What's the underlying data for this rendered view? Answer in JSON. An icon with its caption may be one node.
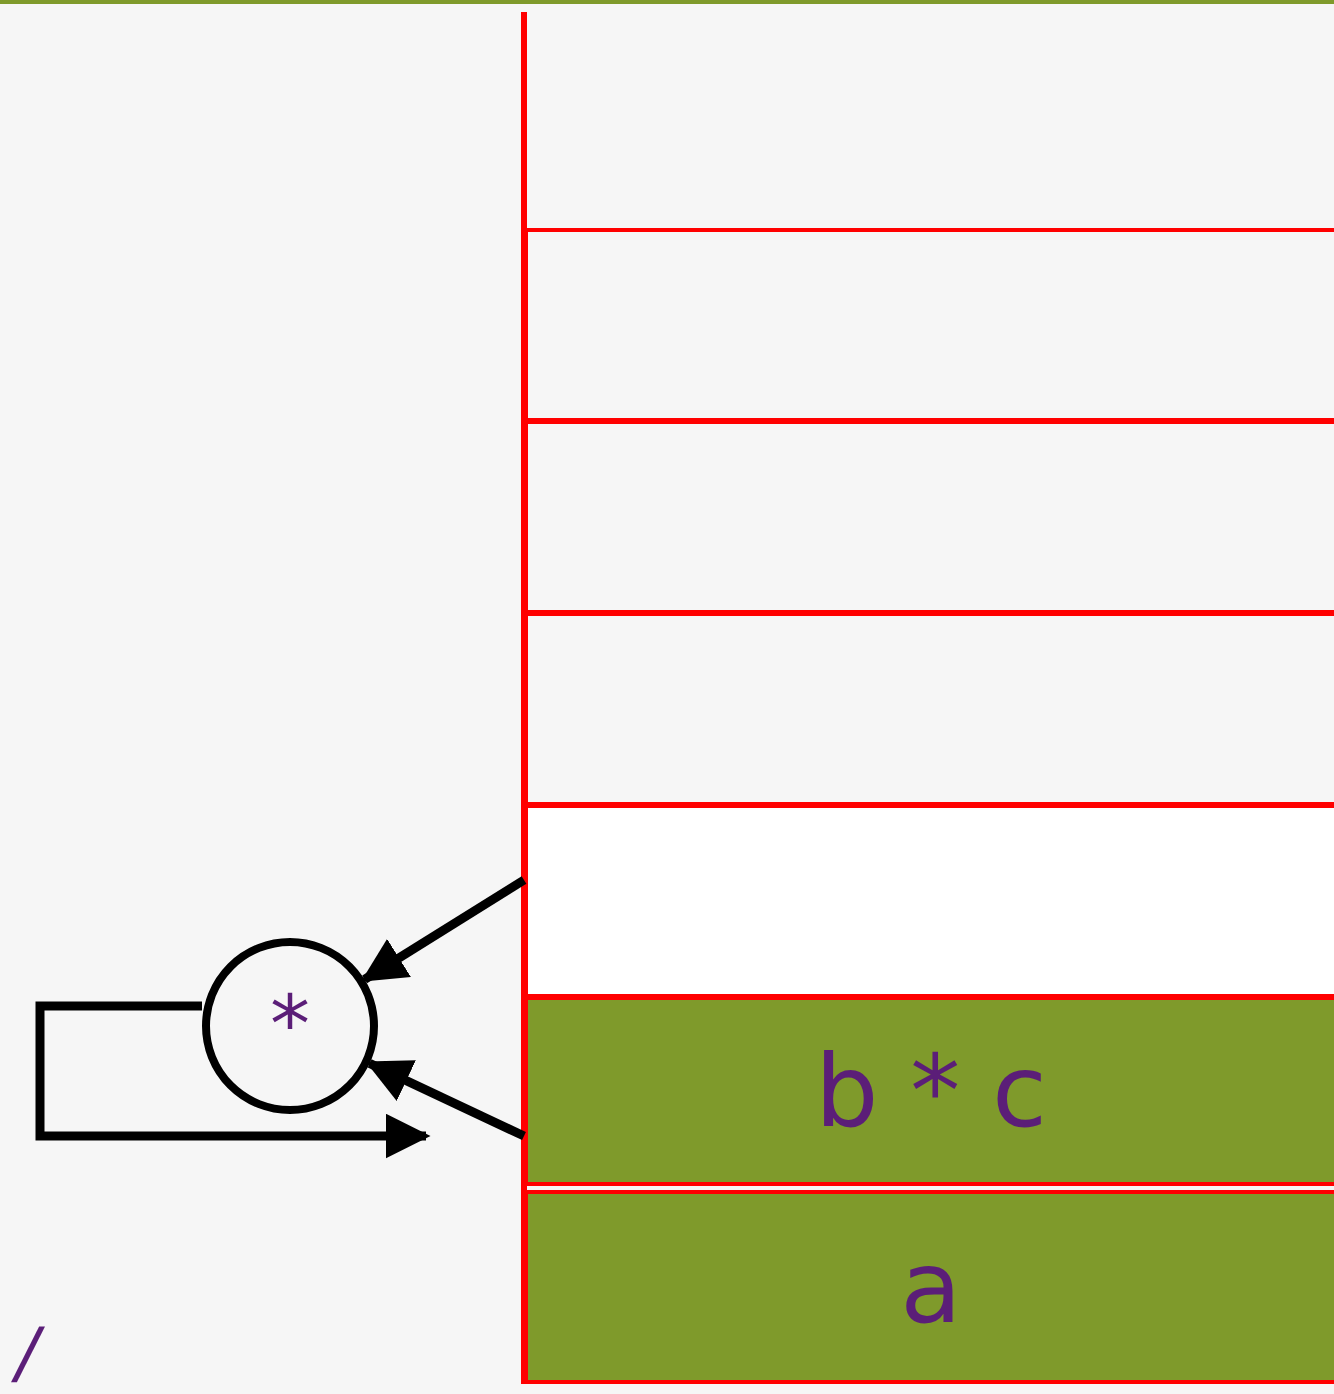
{
  "diagram": {
    "nodes": [
      {
        "text": [],
        "shape": "box"
      },
      {
        "text": [],
        "shape": "box"
      },
      {
        "text": [],
        "shape": "box"
      },
      {
        "text": [],
        "shape": "box"
      },
      {
        "text": [
          "b * c"
        ]
      },
      {
        "text": [
          "a"
        ]
      },
      {
        "text": [
          "*"
        ]
      }
    ],
    "edges": [
      {
        "from": 3,
        "to": 6,
        "arrow": "to"
      },
      {
        "from": 4,
        "to": 6,
        "arrow": "to"
      },
      {
        "from": 6,
        "to": null,
        "arrow": "to"
      }
    ],
    "labels": [
      "/"
    ]
  }
}
